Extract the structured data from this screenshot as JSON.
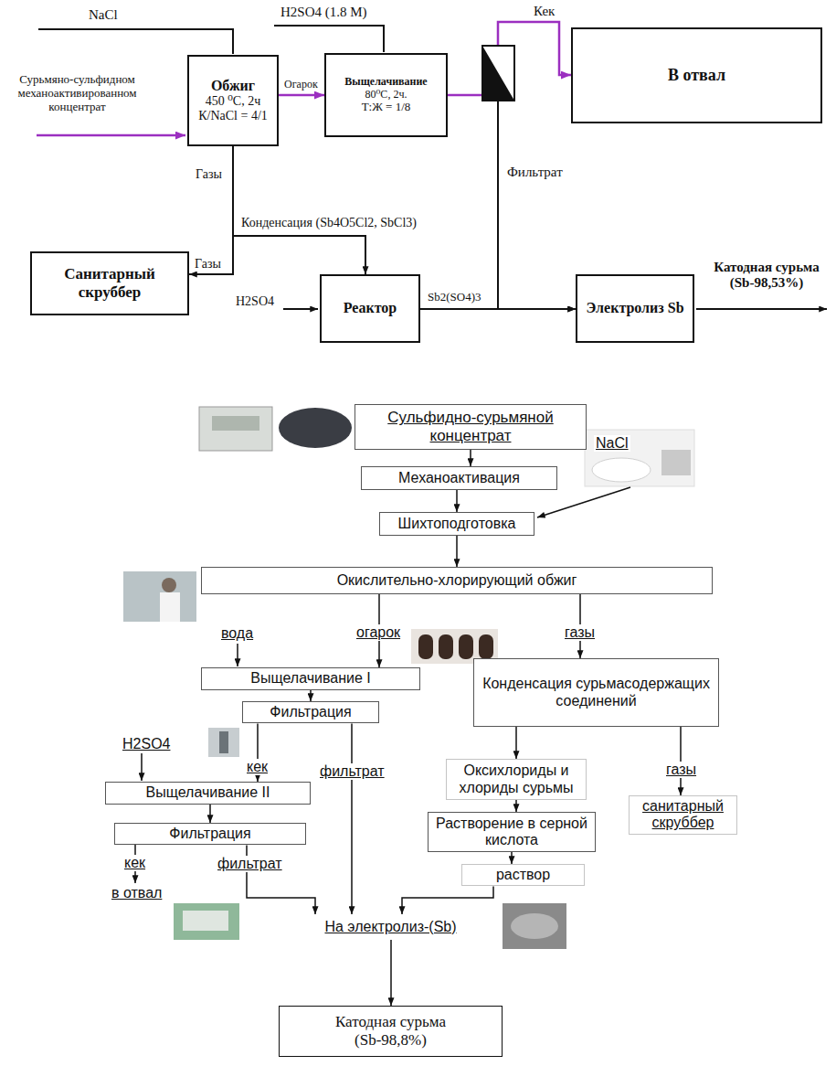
{
  "diagram": {
    "nodes": [
      {
        "text": [
          "Обжиг",
          "450 ⁰С, 2ч",
          "К/NaCl = 4/1"
        ]
      },
      {
        "text": [
          "Выщелачивание",
          "80⁰С, 2ч.",
          "Т:Ж = 1/8"
        ]
      },
      {
        "text": [
          "В отвал"
        ]
      },
      {
        "text": [
          "Санитарный скруббер"
        ]
      },
      {
        "text": [
          "Реактор"
        ]
      },
      {
        "text": [
          "Электролиз Sb"
        ]
      },
      {
        "text": [
          "Сульфидно-сурьмяной концентрат"
        ]
      },
      {
        "text": [
          "Механоактивация"
        ]
      },
      {
        "text": [
          "Шихтоподготовка"
        ]
      },
      {
        "text": [
          "Окислительно-хлорирующий обжиг"
        ]
      },
      {
        "text": [
          "Выщелачивание I"
        ]
      },
      {
        "text": [
          "Фильтрация"
        ]
      },
      {
        "text": [
          "Конденсация сурьмасодержащих соединений"
        ]
      },
      {
        "text": [
          "Оксихлориды и хлориды сурьмы"
        ]
      },
      {
        "text": [
          "санитарный скруббер"
        ]
      },
      {
        "text": [
          "Выщелачивание II"
        ]
      },
      {
        "text": [
          "Растворение в серной кислота"
        ]
      },
      {
        "text": [
          "Фильтрация"
        ]
      },
      {
        "text": [
          "раствор"
        ]
      },
      {
        "text": [
          "На электролиз-(Sb)"
        ]
      },
      {
        "text": [
          "Катодная сурьма (Sb-98,8%)"
        ]
      }
    ],
    "edges": [
      {
        "from": 0,
        "to": 1,
        "arrow": "to",
        "label": "Огарок"
      },
      {
        "from": 1,
        "to": 2,
        "arrow": "to",
        "label": "Кек"
      },
      {
        "from": 1,
        "to": 5,
        "arrow": "to",
        "label": "Фильтрат"
      },
      {
        "from": 0,
        "to": 3,
        "arrow": "to",
        "label": "Газы"
      },
      {
        "from": 0,
        "to": 4,
        "arrow": "to",
        "label": "Конденсация (Sb4O5Cl2, SbCl3)"
      },
      {
        "from": 4,
        "to": 5,
        "arrow": "to",
        "label": "Sb2(SO4)3"
      },
      {
        "from": 6,
        "to": 7,
        "arrow": "to"
      },
      {
        "from": 7,
        "to": 8,
        "arrow": "to"
      },
      {
        "from": 8,
        "to": 9,
        "arrow": "to"
      },
      {
        "from": 9,
        "to": 10,
        "arrow": "to",
        "label": "огарок"
      },
      {
        "from": 10,
        "to": 11,
        "arrow": "to"
      },
      {
        "from": 9,
        "to": 12,
        "arrow": "to",
        "label": "газы"
      },
      {
        "from": 11,
        "to": 15,
        "arrow": "to",
        "label": "кек"
      },
      {
        "from": 11,
        "to": 19,
        "arrow": "to",
        "label": "фильтрат"
      },
      {
        "from": 12,
        "to": 13,
        "arrow": "to"
      },
      {
        "from": 12,
        "to": 14,
        "arrow": "to",
        "label": "газы"
      },
      {
        "from": 15,
        "to": 17,
        "arrow": "to"
      },
      {
        "from": 13,
        "to": 16,
        "arrow": "to"
      },
      {
        "from": 16,
        "to": 18,
        "arrow": "to"
      },
      {
        "from": 18,
        "to": 19,
        "arrow": "to"
      },
      {
        "from": 17,
        "to": 19,
        "arrow": "to",
        "label": "фильтрат"
      },
      {
        "from": 19,
        "to": 20,
        "arrow": "to"
      }
    ],
    "labels": [
      "NaCl",
      "Сурьмяно-сульфидном механоактивированном концентрат",
      "H2SO4 (1.8 M)",
      "Газы",
      "H2SO4",
      "Катодная сурьма (Sb-98,53%)",
      "NaCl",
      "вода",
      "H2SO4",
      "кек",
      "в отвал"
    ]
  }
}
